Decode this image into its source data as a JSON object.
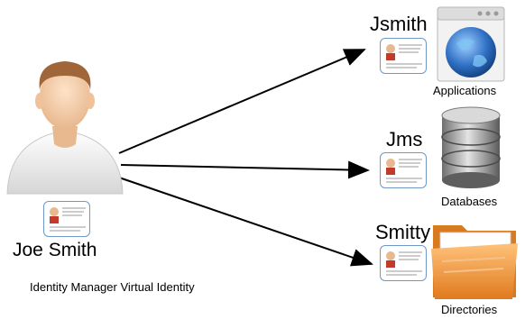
{
  "user": {
    "name": "Joe Smith",
    "caption": "Identity Manager Virtual Identity"
  },
  "identities": [
    {
      "username": "Jsmith",
      "system": "Applications",
      "icon": "globe-window-icon"
    },
    {
      "username": "Jms",
      "system": "Databases",
      "icon": "database-icon"
    },
    {
      "username": "Smitty",
      "system": "Directories",
      "icon": "folder-icon"
    }
  ],
  "colors": {
    "card_border": "#6f98c8",
    "globe": "#2f6fc4",
    "folder": "#f3a04a",
    "db": "#9c9c9c"
  }
}
